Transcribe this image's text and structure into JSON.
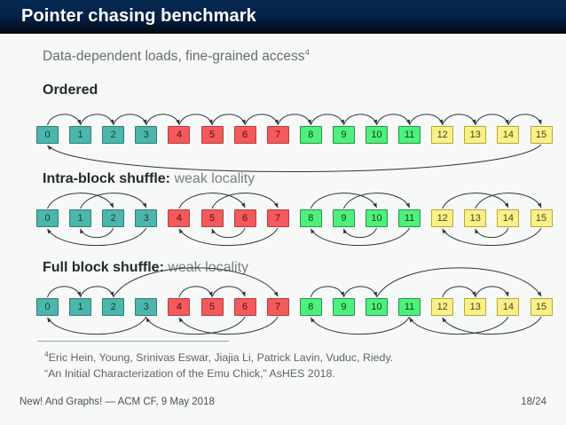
{
  "header": {
    "title": "Pointer chasing benchmark"
  },
  "subtitle": {
    "text": "Data-dependent loads, fine-grained access",
    "footnote_marker": "4"
  },
  "sections": [
    {
      "id": "ordered",
      "strong": "Ordered",
      "muted": ""
    },
    {
      "id": "intra",
      "strong": "Intra-block shuffle:",
      "muted": "weak locality"
    },
    {
      "id": "full",
      "strong": "Full block shuffle:",
      "muted": "weak locality"
    }
  ],
  "array": {
    "labels": [
      "0",
      "1",
      "2",
      "3",
      "4",
      "5",
      "6",
      "7",
      "8",
      "9",
      "10",
      "11",
      "12",
      "13",
      "14",
      "15"
    ],
    "block_colors": [
      "teal",
      "teal",
      "teal",
      "teal",
      "red",
      "red",
      "red",
      "red",
      "green",
      "green",
      "green",
      "green",
      "yellow",
      "yellow",
      "yellow",
      "yellow"
    ],
    "palette": {
      "teal": "#4db6ac",
      "red": "#f4595b",
      "green": "#4ef07a",
      "yellow": "#faf08a",
      "arrow": "#2e3538"
    }
  },
  "footnote": {
    "marker": "4",
    "line1": "Eric Hein, Young, Srinivas Eswar, Jiajia Li, Patrick Lavin, Vuduc, Riedy.",
    "line2": "“An Initial Characterization of the Emu Chick,” AsHES 2018."
  },
  "footer": {
    "left": "New! And Graphs! — ACM CF, 9 May 2018",
    "right": "18/24"
  },
  "diagram_links": {
    "ordered": [
      [
        0,
        1
      ],
      [
        1,
        2
      ],
      [
        2,
        3
      ],
      [
        3,
        4
      ],
      [
        4,
        5
      ],
      [
        5,
        6
      ],
      [
        6,
        7
      ],
      [
        7,
        8
      ],
      [
        8,
        9
      ],
      [
        9,
        10
      ],
      [
        10,
        11
      ],
      [
        11,
        12
      ],
      [
        12,
        13
      ],
      [
        13,
        14
      ],
      [
        14,
        15
      ],
      [
        15,
        0
      ]
    ],
    "intra_block": [
      [
        0,
        2
      ],
      [
        2,
        1
      ],
      [
        1,
        3
      ],
      [
        3,
        0
      ],
      [
        4,
        6
      ],
      [
        6,
        5
      ],
      [
        5,
        7
      ],
      [
        7,
        4
      ],
      [
        8,
        10
      ],
      [
        10,
        9
      ],
      [
        9,
        11
      ],
      [
        11,
        8
      ],
      [
        12,
        14
      ],
      [
        14,
        13
      ],
      [
        13,
        15
      ],
      [
        15,
        12
      ]
    ],
    "full_block": [
      [
        0,
        1
      ],
      [
        1,
        2
      ],
      [
        2,
        7
      ],
      [
        7,
        4
      ],
      [
        4,
        5
      ],
      [
        5,
        6
      ],
      [
        6,
        3
      ],
      [
        3,
        0
      ],
      [
        8,
        9
      ],
      [
        9,
        10
      ],
      [
        10,
        15
      ],
      [
        15,
        12
      ],
      [
        12,
        13
      ],
      [
        13,
        14
      ],
      [
        14,
        11
      ],
      [
        11,
        8
      ]
    ]
  }
}
